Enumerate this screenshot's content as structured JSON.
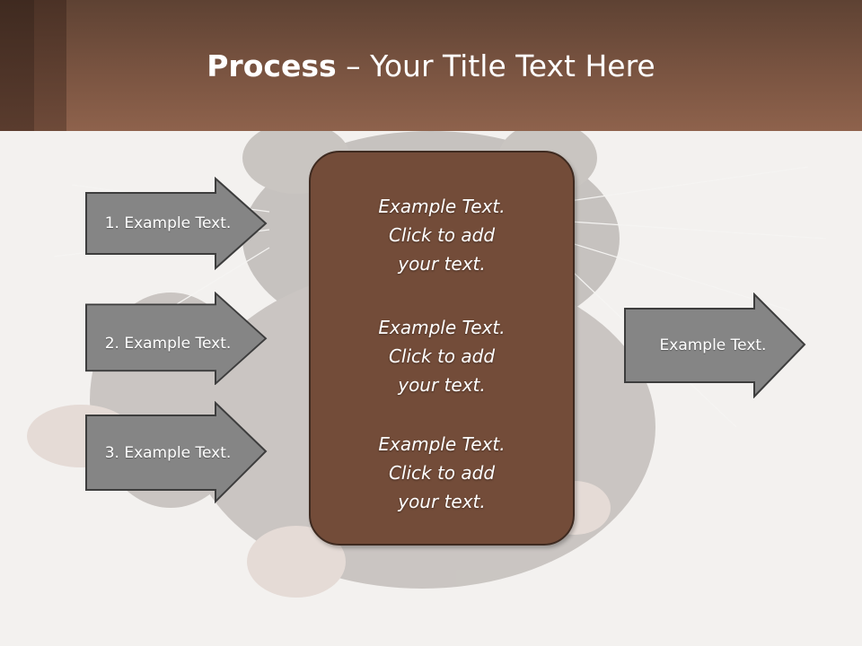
{
  "title": {
    "bold": "Process",
    "rest": " – Your Title Text Here"
  },
  "left_arrows": [
    {
      "label": "1. Example Text."
    },
    {
      "label": "2. Example Text."
    },
    {
      "label": "3. Example Text."
    }
  ],
  "center_box": {
    "blocks": [
      {
        "line1": "Example Text.",
        "line2": "Click  to add",
        "line3": "your text."
      },
      {
        "line1": "Example Text.",
        "line2": "Click  to add",
        "line3": "your text."
      },
      {
        "line1": "Example Text.",
        "line2": "Click  to add",
        "line3": "your text."
      }
    ]
  },
  "right_arrow": {
    "label": "Example Text."
  },
  "colors": {
    "header_brown": "#7a5441",
    "box_brown": "#734c39",
    "arrow_gray": "#858585",
    "background": "#f3f1ef"
  }
}
